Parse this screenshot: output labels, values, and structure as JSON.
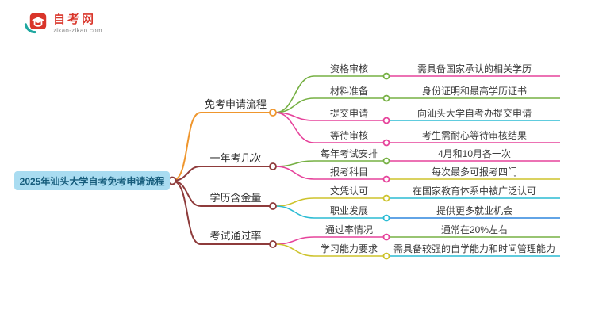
{
  "logo": {
    "title": "自考网",
    "url": "zikao-zikao.com",
    "brand_color": "#d9352a",
    "accent_color": "#1fa7a0"
  },
  "root": {
    "label": "2025年汕头大学自考免考申请流程",
    "bg": "#a9dcf1",
    "text_color": "#175d7c",
    "connector_color": "#8e3b3b"
  },
  "branches": [
    {
      "label": "免考申请流程",
      "color": "#ef962d",
      "children": [
        {
          "label": "资格审核",
          "color": "#76b043",
          "leaf": {
            "label": "需具备国家承认的相关学历",
            "color": "#e6439b"
          }
        },
        {
          "label": "材料准备",
          "color": "#76b043",
          "leaf": {
            "label": "身份证明和最高学历证书",
            "color": "#76b043"
          }
        },
        {
          "label": "提交申请",
          "color": "#e6439b",
          "leaf": {
            "label": "向汕头大学自考办提交申请",
            "color": "#2bbcd4"
          }
        },
        {
          "label": "等待审核",
          "color": "#e6439b",
          "leaf": {
            "label": "考生需耐心等待审核结果",
            "color": "#e6439b"
          }
        }
      ]
    },
    {
      "label": "一年考几次",
      "color": "#8e3b3b",
      "children": [
        {
          "label": "每年考试安排",
          "color": "#76b043",
          "leaf": {
            "label": "4月和10月各一次",
            "color": "#e6439b"
          }
        },
        {
          "label": "报考科目",
          "color": "#e6439b",
          "leaf": {
            "label": "每次最多可报考四门",
            "color": "#cdc32c"
          }
        }
      ]
    },
    {
      "label": "学历含金量",
      "color": "#8e3b3b",
      "children": [
        {
          "label": "文凭认可",
          "color": "#cdc32c",
          "leaf": {
            "label": "在国家教育体系中被广泛认可",
            "color": "#2bbcd4"
          }
        },
        {
          "label": "职业发展",
          "color": "#2bbcd4",
          "leaf": {
            "label": "提供更多就业机会",
            "color": "#2e86de"
          }
        }
      ]
    },
    {
      "label": "考试通过率",
      "color": "#8e3b3b",
      "children": [
        {
          "label": "通过率情况",
          "color": "#e6439b",
          "leaf": {
            "label": "通常在20%左右",
            "color": "#76b043"
          }
        },
        {
          "label": "学习能力要求",
          "color": "#cdc32c",
          "leaf": {
            "label": "需具备较强的自学能力和时间管理能力",
            "color": "#2bbcd4"
          }
        }
      ]
    }
  ]
}
